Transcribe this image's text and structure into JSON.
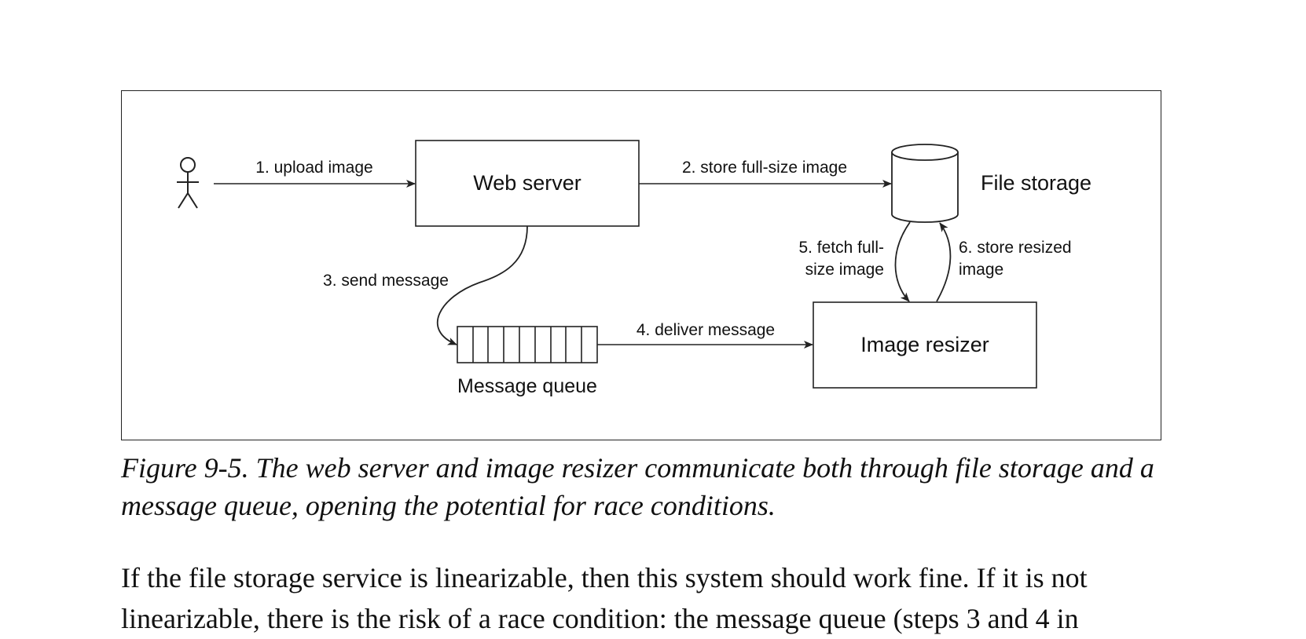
{
  "figure": {
    "nodes": {
      "web_server": "Web server",
      "file_storage": "File storage",
      "image_resizer": "Image resizer",
      "message_queue": "Message queue"
    },
    "edges": {
      "upload": "1. upload image",
      "store_full": "2. store full-size image",
      "send_message": "3. send message",
      "deliver_message": "4. deliver message",
      "fetch_line1": "5. fetch full-",
      "fetch_line2": "size image",
      "store_resized_line1": "6. store resized",
      "store_resized_line2": "image"
    },
    "actor_icon": "user-stick-figure-icon",
    "line_color": "#222222"
  },
  "caption": "Figure 9-5. The web server and image resizer communicate both through file storage and a message queue, opening the potential for race conditions.",
  "body": {
    "line1": "If the file storage service is linearizable, then this system should work fine. If it is not",
    "line2": "linearizable, there is the risk of a race condition: the message queue (steps 3 and 4 in"
  }
}
